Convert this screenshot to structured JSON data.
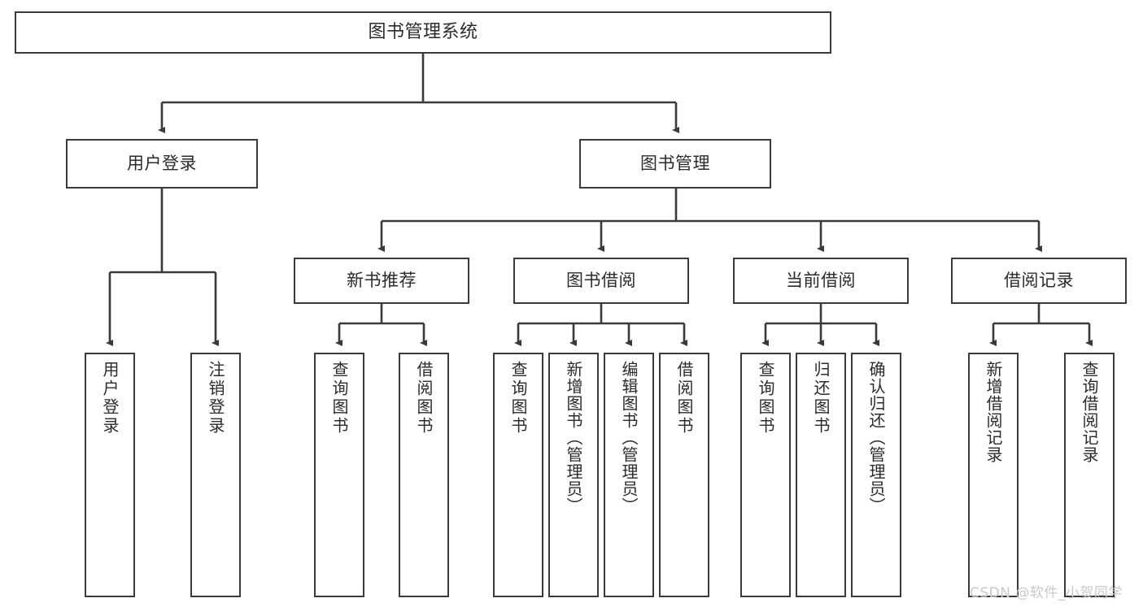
{
  "diagram": {
    "type": "tree",
    "title": "图书管理系统",
    "root": {
      "label": "图书管理系统"
    },
    "level2": [
      {
        "label": "用户登录"
      },
      {
        "label": "图书管理"
      }
    ],
    "level3": [
      {
        "label": "新书推荐"
      },
      {
        "label": "图书借阅"
      },
      {
        "label": "当前借阅"
      },
      {
        "label": "借阅记录"
      }
    ],
    "leaves": {
      "user_login": [
        {
          "label": "用户登录"
        },
        {
          "label": "注销登录"
        }
      ],
      "new_book_recommend": [
        {
          "label": "查询图书"
        },
        {
          "label": "借阅图书"
        }
      ],
      "book_borrow": [
        {
          "label": "查询图书"
        },
        {
          "label": "新增图书（管理员）"
        },
        {
          "label": "编辑图书（管理员）"
        },
        {
          "label": "借阅图书"
        }
      ],
      "current_borrow": [
        {
          "label": "查询图书"
        },
        {
          "label": "归还图书"
        },
        {
          "label": "确认归还（管理员）"
        }
      ],
      "borrow_record": [
        {
          "label": "新增借阅记录"
        },
        {
          "label": "查询借阅记录"
        }
      ]
    }
  },
  "watermark": {
    "text": "CSDN @软件_小贺同学"
  },
  "colors": {
    "stroke": "#3a3a3a",
    "background": "#ffffff",
    "text": "#2b2b2b",
    "watermark": "#c9c9c9"
  }
}
